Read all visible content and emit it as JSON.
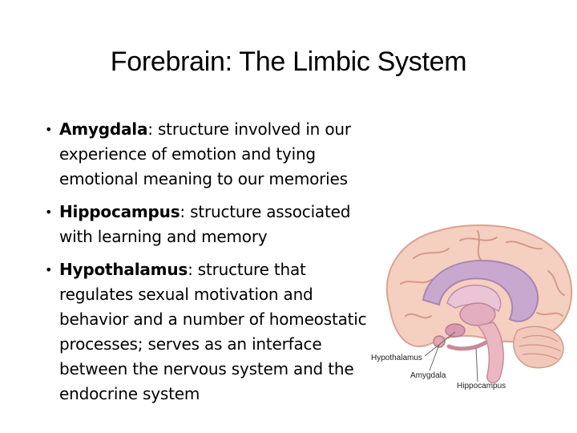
{
  "slide": {
    "title": "Forebrain: The Limbic System",
    "bullets": [
      {
        "term": "Amygdala",
        "separator": ":",
        "description": " structure involved in our experience of emotion and tying emotional meaning to our memories"
      },
      {
        "term": "Hippocampus",
        "separator": ":",
        "description": " structure associated with learning and memory"
      },
      {
        "term": "Hypothalamus",
        "separator": ":",
        "description": " structure that regulates sexual motivation and behavior and a number of homeostatic processes; serves as an interface between the nervous system and the endocrine system"
      }
    ],
    "bullet_marker": "•",
    "illustration": {
      "labels": {
        "hypothalamus": "Hypothalamus",
        "amygdala": "Amygdala",
        "hippocampus": "Hippocampus"
      }
    }
  }
}
